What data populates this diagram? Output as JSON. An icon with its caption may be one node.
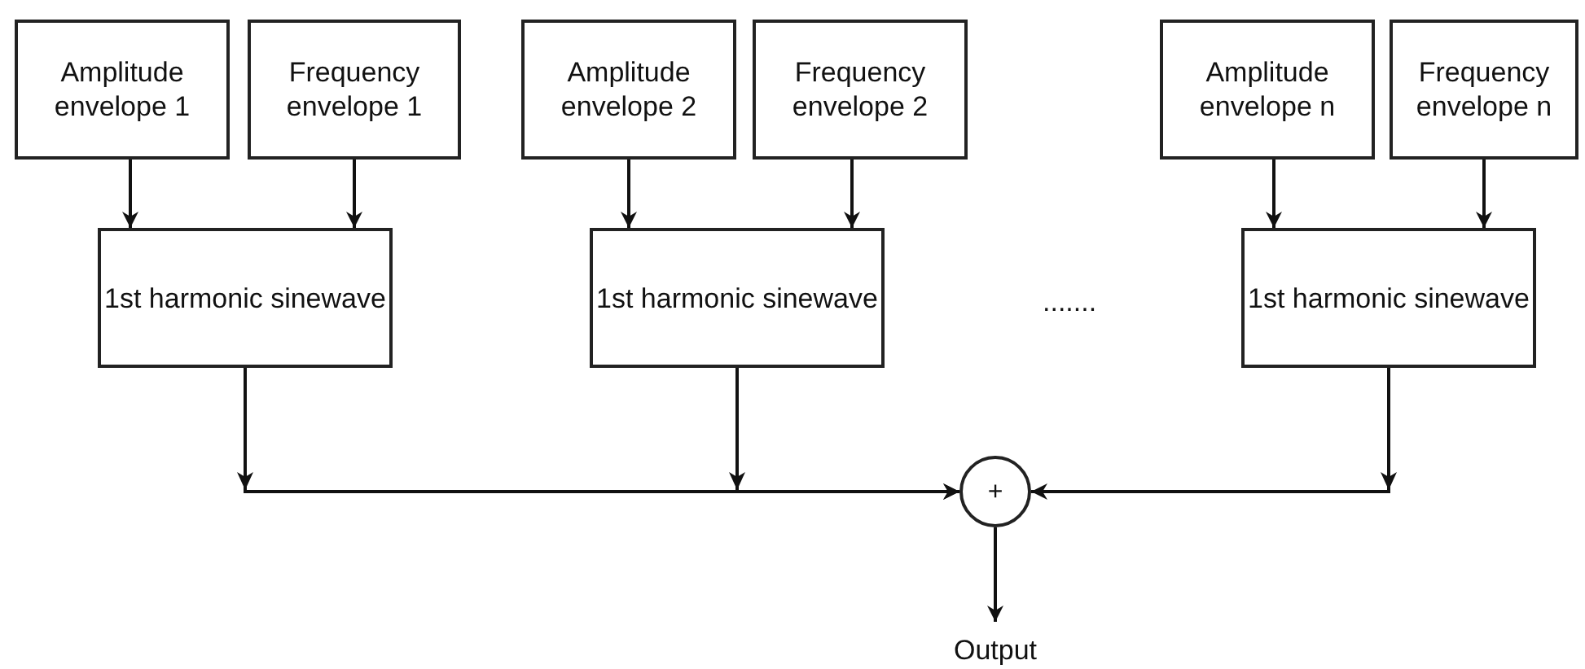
{
  "diagram": {
    "nodes": [
      {
        "text": [
          "Amplitude envelope 1"
        ]
      },
      {
        "text": [
          "Frequency envelope 1"
        ]
      },
      {
        "text": [
          "1st harmonic sinewave"
        ]
      },
      {
        "text": [
          "Amplitude envelope 2"
        ]
      },
      {
        "text": [
          "Frequency envelope 2"
        ]
      },
      {
        "text": [
          "1st harmonic sinewave"
        ]
      },
      {
        "text": [
          "Amplitude envelope n"
        ]
      },
      {
        "text": [
          "Frequency envelope n"
        ]
      },
      {
        "text": [
          "1st harmonic sinewave"
        ]
      },
      {
        "text": [
          "+"
        ]
      },
      {
        "text": [
          "Output"
        ]
      }
    ],
    "edges": [
      {
        "from": 0,
        "to": 2,
        "arrow": "to"
      },
      {
        "from": 1,
        "to": 2,
        "arrow": "to"
      },
      {
        "from": 3,
        "to": 5,
        "arrow": "to"
      },
      {
        "from": 4,
        "to": 5,
        "arrow": "to"
      },
      {
        "from": 6,
        "to": 8,
        "arrow": "to"
      },
      {
        "from": 7,
        "to": 8,
        "arrow": "to"
      },
      {
        "from": 2,
        "to": 9,
        "arrow": "to"
      },
      {
        "from": 5,
        "to": 9,
        "arrow": "to"
      },
      {
        "from": 8,
        "to": 9,
        "arrow": "to"
      },
      {
        "from": 9,
        "to": 10,
        "arrow": "to"
      }
    ],
    "labels": [
      "......."
    ]
  }
}
